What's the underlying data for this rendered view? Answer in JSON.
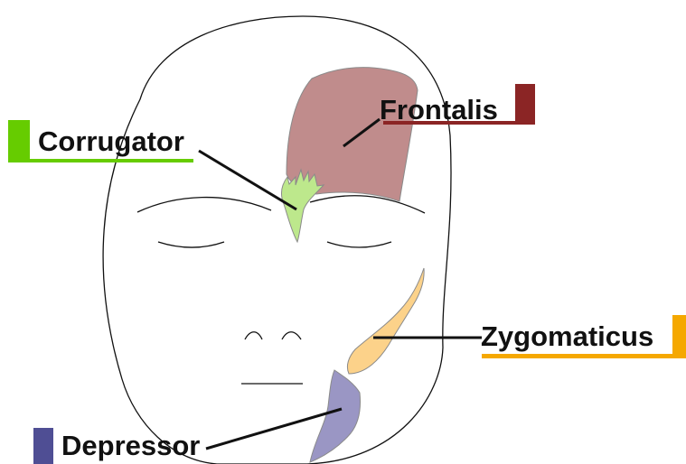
{
  "labels": {
    "frontalis": "Frontalis",
    "corrugator": "Corrugator",
    "zygomaticus": "Zygomaticus",
    "depressor": "Depressor"
  },
  "colors": {
    "frontalis_muscle": "#c08c8c",
    "frontalis_accent": "#8b2525",
    "corrugator_muscle": "#bde88c",
    "corrugator_accent": "#66cc00",
    "zygomaticus_muscle": "#fcd28a",
    "zygomaticus_accent": "#f5a800",
    "depressor_muscle": "#9a96c4",
    "depressor_accent": "#4f4e94",
    "outline": "#111111"
  }
}
